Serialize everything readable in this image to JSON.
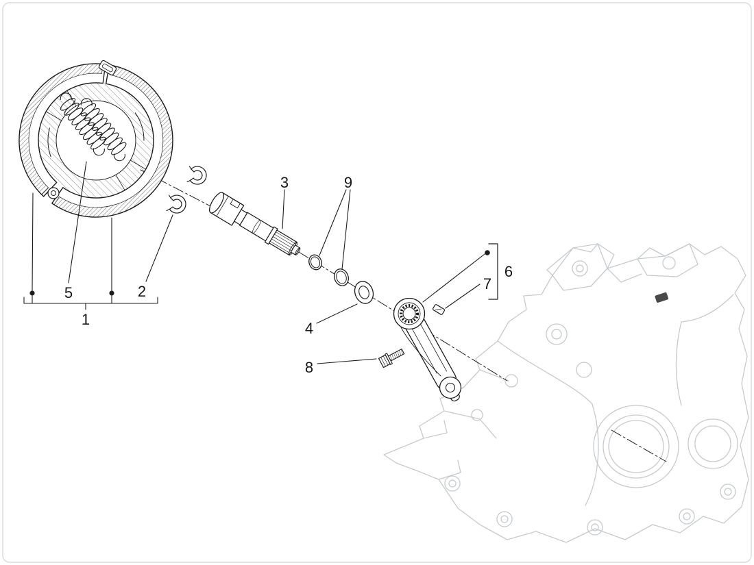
{
  "figure": {
    "colors": {
      "line": "#1c1c1c",
      "ghost_line": "#c6cacd",
      "background": "#ffffff"
    }
  },
  "callouts": {
    "c1": "1",
    "c2": "2",
    "c3": "3",
    "c4": "4",
    "c5": "5",
    "c6": "6",
    "c7": "7",
    "c8": "8",
    "c9": "9"
  }
}
